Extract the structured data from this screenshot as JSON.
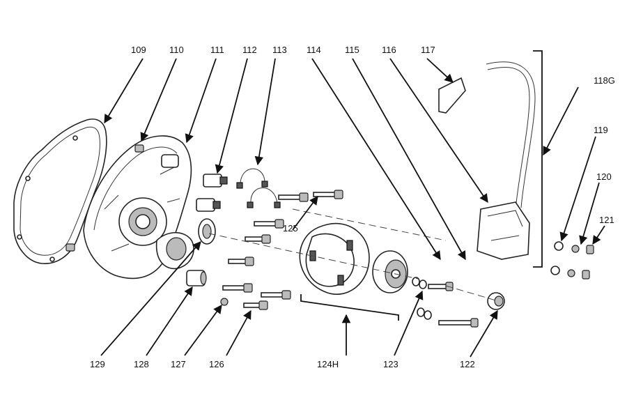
{
  "diagram": {
    "labels": {
      "p109": "109",
      "p110": "110",
      "p111": "111",
      "p112": "112",
      "p113": "113",
      "p114": "114",
      "p115": "115",
      "p116": "116",
      "p117": "117",
      "p118g": "118G",
      "p119": "119",
      "p120": "120",
      "p121": "121",
      "p122": "122",
      "p123": "123",
      "p124h": "124H",
      "p125": "125",
      "p126": "126",
      "p127": "127",
      "p128": "128",
      "p129": "129"
    }
  }
}
